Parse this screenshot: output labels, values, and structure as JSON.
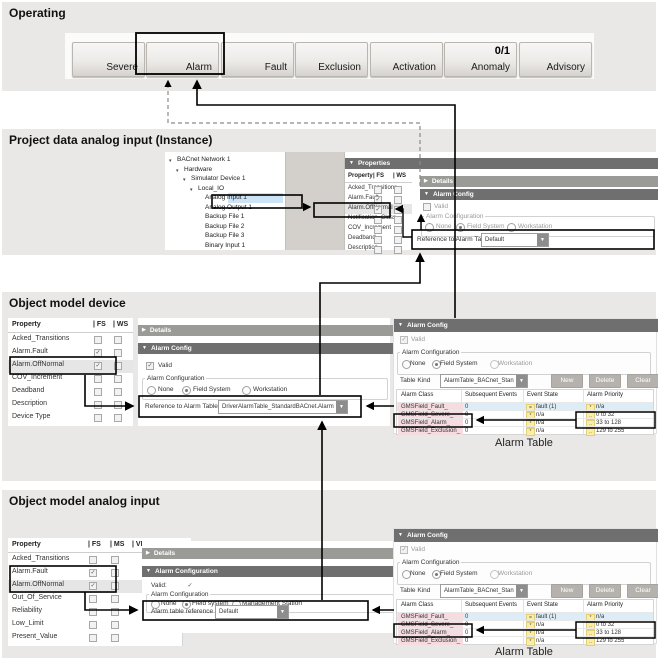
{
  "operating": {
    "title": "Operating",
    "buttons": [
      {
        "label": "Severe"
      },
      {
        "label": "Alarm",
        "selected": true
      },
      {
        "label": "Fault"
      },
      {
        "label": "Exclusion"
      },
      {
        "label": "Activation"
      },
      {
        "label": "Anomaly",
        "badge": "0/1"
      },
      {
        "label": "Advisory"
      }
    ]
  },
  "project": {
    "title": "Project data analog input (Instance)",
    "tree": [
      {
        "label": "BACnet Network 1",
        "level": 0,
        "expand": true
      },
      {
        "label": "Hardware",
        "level": 1,
        "expand": true
      },
      {
        "label": "Simulator Device 1",
        "level": 2,
        "expand": true
      },
      {
        "label": "Local_IO",
        "level": 3,
        "expand": true
      },
      {
        "label": "Analog Input 1",
        "level": 4,
        "selected": true
      },
      {
        "label": "Analog Output 1",
        "level": 4
      },
      {
        "label": "Backup File 1",
        "level": 4
      },
      {
        "label": "Backup File 2",
        "level": 4
      },
      {
        "label": "Backup File 3",
        "level": 4
      },
      {
        "label": "Binary Input 1",
        "level": 4
      }
    ],
    "properties_header": "Properties",
    "columns": [
      "Property",
      "FS",
      "WS"
    ],
    "rows": [
      {
        "name": "Acked_Transitions",
        "checks": [
          0,
          0
        ]
      },
      {
        "name": "Alarm.Fault",
        "checks": [
          1,
          0
        ]
      },
      {
        "name": "Alarm.OffNormal",
        "checks": [
          1,
          0
        ],
        "highlight": true
      },
      {
        "name": "Notification_Class",
        "checks": [
          0,
          0
        ]
      },
      {
        "name": "COV_Increment",
        "checks": [
          0,
          0
        ]
      },
      {
        "name": "Deadband",
        "checks": [
          0,
          0
        ]
      },
      {
        "name": "Description",
        "checks": [
          0,
          0
        ]
      }
    ],
    "details_header": "Details",
    "alarm_config": {
      "header": "Alarm Config",
      "valid": "Valid",
      "group": "Alarm Configuration",
      "radios": [
        {
          "label": "None"
        },
        {
          "label": "Field System",
          "selected": true
        },
        {
          "label": "Workstation"
        }
      ],
      "ref_label": "Reference to Alarm Table",
      "ref_value": "Default"
    }
  },
  "device": {
    "title": "Object model device",
    "columns": [
      "Property",
      "FS",
      "WS"
    ],
    "rows": [
      {
        "name": "Acked_Transitions",
        "checks": [
          0,
          0
        ]
      },
      {
        "name": "Alarm.Fault",
        "checks": [
          1,
          0
        ]
      },
      {
        "name": "Alarm.OffNormal",
        "checks": [
          1,
          0
        ],
        "highlight": true
      },
      {
        "name": "COV_Increment",
        "checks": [
          0,
          0
        ]
      },
      {
        "name": "Deadband",
        "checks": [
          0,
          0
        ]
      },
      {
        "name": "Description",
        "checks": [
          0,
          0
        ]
      },
      {
        "name": "Device Type",
        "checks": [
          0,
          0
        ]
      }
    ],
    "details_header": "Details",
    "alarm_config": {
      "header": "Alarm Config",
      "valid": "Valid",
      "group": "Alarm Configuration",
      "radios": [
        {
          "label": "None"
        },
        {
          "label": "Field System",
          "selected": true
        },
        {
          "label": "Workstation"
        }
      ],
      "ref_label": "Reference to Alarm Table",
      "ref_value": "DriverAlarmTable_StandardBACnet.AlarmTable"
    }
  },
  "analog_input": {
    "title": "Object model analog input",
    "columns": [
      "Property",
      "FS",
      "MS",
      "VL"
    ],
    "rows": [
      {
        "name": "Acked_Transitions",
        "checks": [
          0,
          0
        ]
      },
      {
        "name": "Alarm.Fault",
        "checks": [
          1,
          0
        ]
      },
      {
        "name": "Alarm.OffNormal",
        "checks": [
          1,
          0
        ],
        "highlight": true
      },
      {
        "name": "Out_Of_Service",
        "checks": [
          0,
          0
        ]
      },
      {
        "name": "Reliability",
        "checks": [
          0,
          0
        ]
      },
      {
        "name": "Low_Limit",
        "checks": [
          0,
          0
        ]
      },
      {
        "name": "Present_Value",
        "checks": [
          0,
          0
        ]
      }
    ],
    "details_header": "Details",
    "alarm_config": {
      "header": "Alarm Configuration",
      "valid": "Valid:",
      "group": "Alarm Configuration",
      "radios": [
        {
          "label": "None"
        },
        {
          "label": "Field system",
          "selected": true
        },
        {
          "label": "Management Station"
        }
      ],
      "ref_label": "Alarm table reference",
      "ref_value": "Default"
    }
  },
  "alarm_panel": {
    "header": "Alarm Config",
    "valid": "Valid",
    "group": "Alarm Configuration",
    "radios": [
      {
        "label": "None"
      },
      {
        "label": "Field System",
        "selected": true
      },
      {
        "label": "Workstation",
        "disabled": true
      }
    ],
    "table_kind_label": "Table Kind",
    "table_kind_value": "AlarmTable_BACnet_Standard",
    "buttons": [
      "New",
      "Delete",
      "Clear"
    ],
    "columns": [
      "Alarm Class",
      "Subsequent Events",
      "Event State",
      "Alarm Priority"
    ],
    "rows": [
      {
        "alarm_class": "GMSField_Fault_",
        "subsequent": "0",
        "state_sym": "=",
        "state": "fault (1)",
        "prio_sym": "*",
        "prio": "n/a",
        "first": true
      },
      {
        "alarm_class": "GMSField_Severe_",
        "subsequent": "0",
        "state_sym": "*",
        "state": "n/a",
        "prio_sym": "..",
        "prio": "0 to 32"
      },
      {
        "alarm_class": "GMSField_Alarm_",
        "subsequent": "0",
        "state_sym": "*",
        "state": "n/a",
        "prio_sym": "..",
        "prio": "33 to 128",
        "highlight": true
      },
      {
        "alarm_class": "GMSField_Exclusion_",
        "subsequent": "0",
        "state_sym": "*",
        "state": "n/a",
        "prio_sym": "..",
        "prio": "129 to 255"
      }
    ],
    "caption": "Alarm Table"
  },
  "colors": {
    "annotation": "#000000",
    "dashed_line": "#8a8a8a",
    "tree_selected": "#cde3f6",
    "alarm_class_bg": "#f6dce1",
    "symbol_bg": "#fceda4",
    "fault_row_bg": "#ddedf8",
    "header_bar": "#6f6f6f"
  }
}
